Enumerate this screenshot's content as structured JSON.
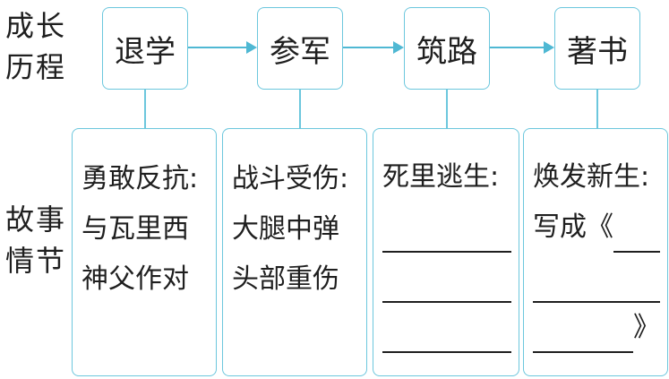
{
  "labels": {
    "growth": [
      "成长",
      "历程"
    ],
    "story": [
      "故事",
      "情节"
    ]
  },
  "stages": [
    "退学",
    "参军",
    "筑路",
    "著书"
  ],
  "stories": [
    {
      "lines": [
        "勇敢反抗:",
        "与瓦里西",
        "神父作对"
      ]
    },
    {
      "lines": [
        "战斗受伤:",
        "大腿中弹",
        "头部重伤"
      ]
    },
    {
      "lines": [
        "死里逃生:"
      ]
    },
    {
      "lines": [
        "焕发新生:",
        "写成《",
        "》"
      ]
    }
  ],
  "colors": {
    "border": "#6cc7dd",
    "arrow": "#4fb8d3",
    "text": "#1f1f1f"
  }
}
